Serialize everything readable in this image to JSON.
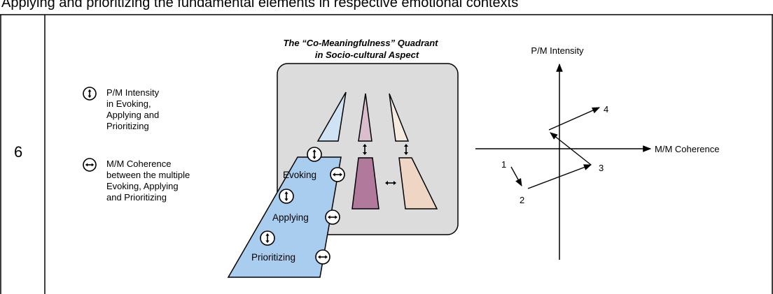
{
  "header_text": "Applying and prioritizing the fundamental elements in respective emotional contexts",
  "row_number": "6",
  "legend": {
    "intensity_lines": [
      "P/M Intensity",
      "in Evoking,",
      "Applying and",
      "Prioritizing"
    ],
    "coherence_lines": [
      "M/M Coherence",
      "between the multiple",
      "Evoking, Applying",
      "and Prioritizing"
    ]
  },
  "quadrant": {
    "title_line1": "The “Co-Meaningfulness” Quadrant",
    "title_line2": "in Socio-cultural Aspect",
    "stages": [
      "Evoking",
      "Applying",
      "Prioritizing"
    ]
  },
  "axes": {
    "y_label": "P/M Intensity",
    "x_label": "M/M Coherence",
    "points": [
      "1",
      "2",
      "3",
      "4"
    ]
  },
  "colors": {
    "light_blue": "#a9cdee",
    "pale_blue": "#cfe3f5",
    "mauve": "#b17a9c",
    "light_mauve": "#d9bfce",
    "peach": "#efd6c4",
    "light_peach": "#f6ebe1",
    "grey_panel": "#dcdcdc"
  },
  "icons": [
    "vertical-double-arrow-icon",
    "horizontal-double-arrow-icon",
    "arrow-icon"
  ]
}
